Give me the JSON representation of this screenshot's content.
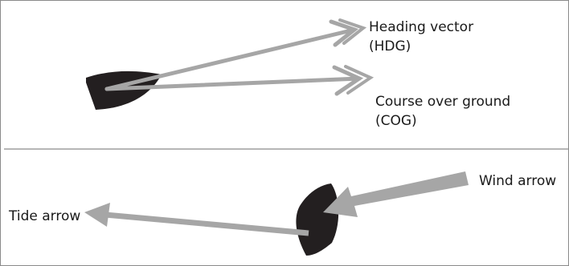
{
  "top_panel": {
    "heading_label_line1": "Heading vector",
    "heading_label_line2": "(HDG)",
    "cog_label_line1": "Course over ground",
    "cog_label_line2": "(COG)"
  },
  "bottom_panel": {
    "wind_label": "Wind arrow",
    "tide_label": "Tide arrow"
  },
  "colors": {
    "hull": "#231f20",
    "arrow": "#a6a6a6",
    "divider": "#8a8a8a",
    "text": "#1a1a1a"
  }
}
